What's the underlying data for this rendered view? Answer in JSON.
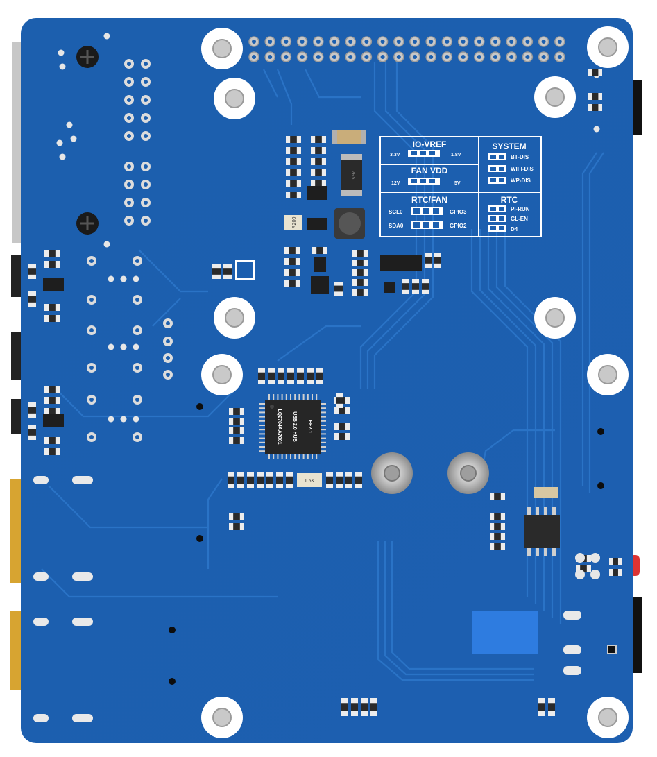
{
  "image": {
    "subject": "Raspberry Pi expansion board, underside view",
    "board_color": "#1f64b4",
    "trace_color": "#2a74c6",
    "silkscreen_color": "#ffffff"
  },
  "silkscreen_table": {
    "io_vref": {
      "title": "IO-VREF",
      "left": "3.3V",
      "right": "1.8V"
    },
    "fan_vdd": {
      "title": "FAN VDD",
      "left": "12V",
      "right": "5V"
    },
    "rtc_fan": {
      "title": "RTC/FAN",
      "row1_left": "SCL0",
      "row1_right": "GPIO3",
      "row2_left": "SDA0",
      "row2_right": "GPIO2"
    },
    "system": {
      "title": "SYSTEM",
      "items": [
        "BT-DIS",
        "WIFI-DIS",
        "WP-DIS"
      ]
    },
    "rtc": {
      "title": "RTC",
      "items": [
        "PI-RUN",
        "GL-EN",
        "D4"
      ]
    }
  },
  "components": {
    "resistor_r200": "R200",
    "inductor_label": "2R5",
    "usb_chip_lines": [
      "FE2.1",
      "USB 2.0 HUB",
      "LQ2704AA7001"
    ],
    "small_chip": "1.5K"
  }
}
